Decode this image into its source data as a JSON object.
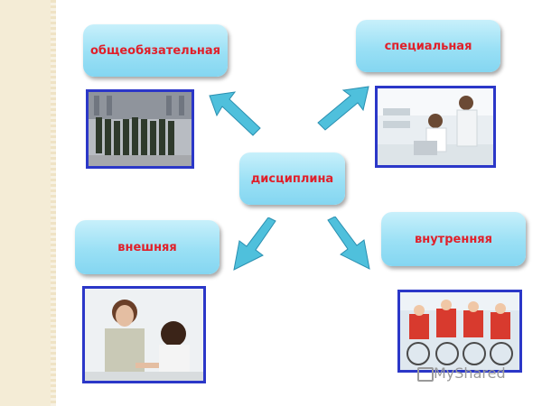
{
  "diagram": {
    "center": "дисциплина",
    "top_left": "общеобязательная",
    "top_right": "специальная",
    "bottom_left": "внешняя",
    "bottom_right": "внутренняя"
  },
  "watermark": "MyShared",
  "colors": {
    "label": "#e0202a",
    "frame": "#2b37c8",
    "box": "#9ae0f5"
  }
}
